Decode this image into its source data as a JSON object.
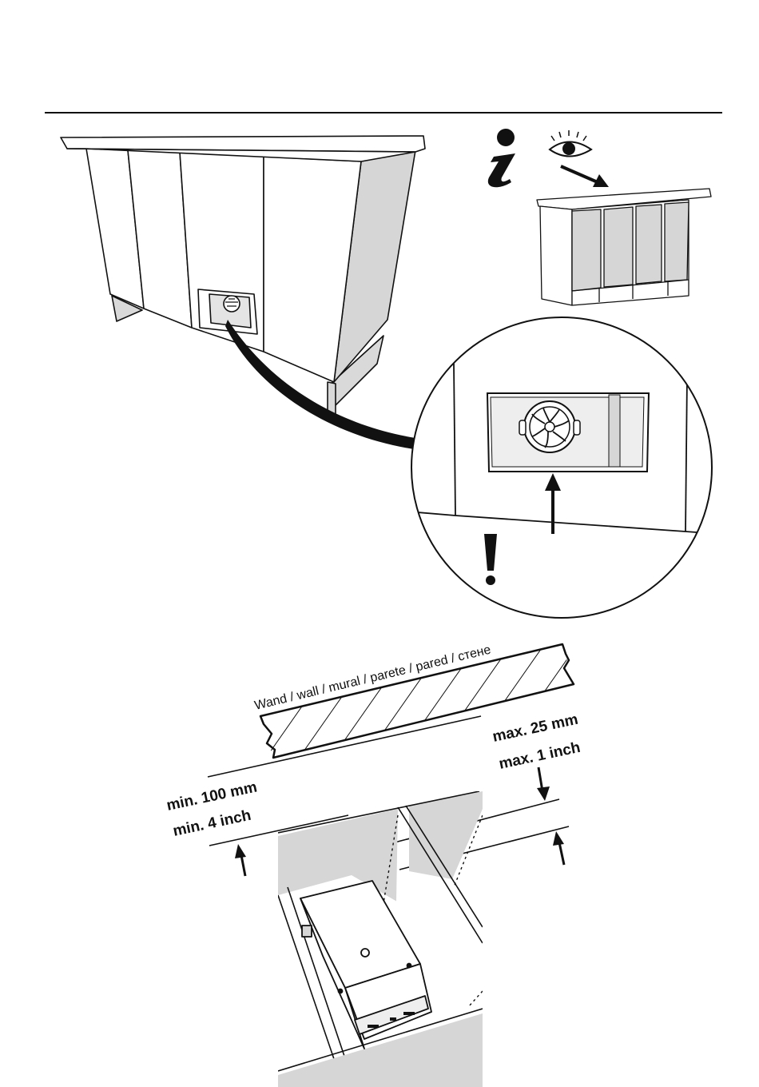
{
  "wall_label": "Wand / wall / mural / parete / pared / стене",
  "min_clearance": {
    "metric": "min. 100 mm",
    "imperial": "min. 4 inch"
  },
  "max_gap": {
    "metric": "max. 25 mm",
    "imperial": "max. 1 inch"
  },
  "icons": {
    "info": "info-icon",
    "eye": "eye-icon",
    "warning": "exclamation-icon",
    "fan": "fan-icon"
  },
  "colors": {
    "shade": "#d6d6d6",
    "line": "#111111"
  }
}
